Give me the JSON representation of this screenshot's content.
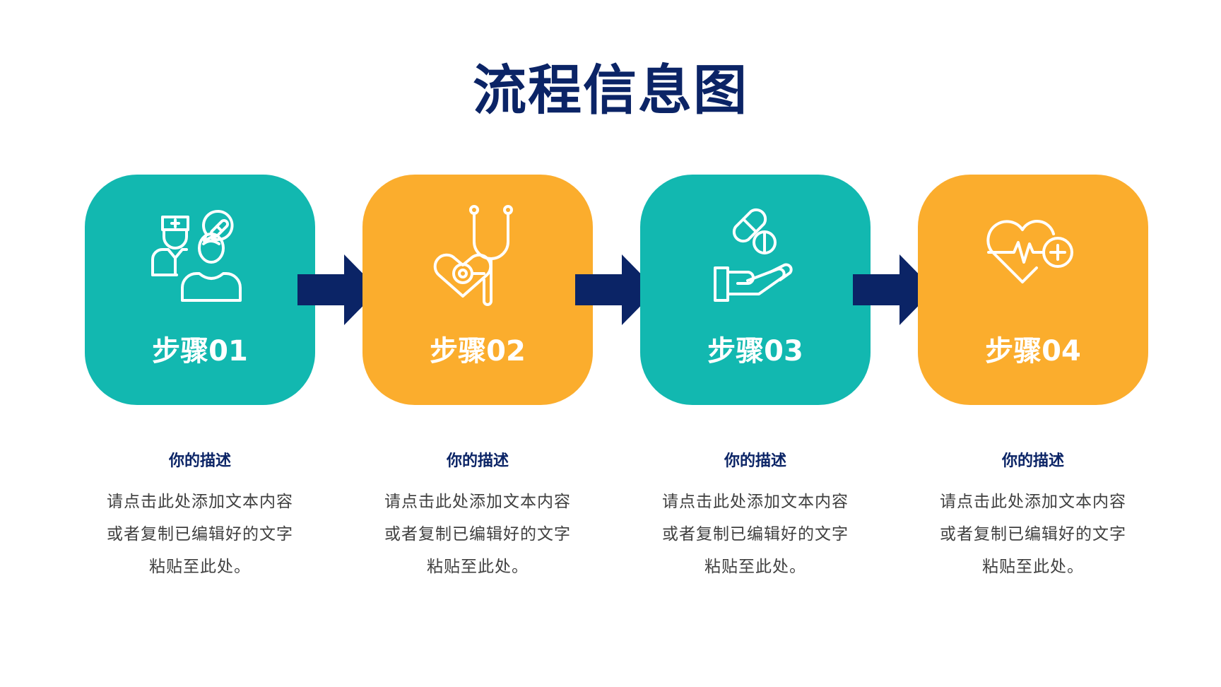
{
  "title": "流程信息图",
  "colors": {
    "teal": "#12b8b0",
    "orange": "#fbad2d",
    "navy": "#0b2466",
    "text": "#404040"
  },
  "steps": [
    {
      "label": "步骤01",
      "color": "teal",
      "icon": "doctor-patient-icon",
      "heading": "你的描述",
      "lines": [
        "请点击此处添加文本内容",
        "或者复制已编辑好的文字",
        "粘贴至此处。"
      ]
    },
    {
      "label": "步骤02",
      "color": "orange",
      "icon": "stethoscope-heart-icon",
      "heading": "你的描述",
      "lines": [
        "请点击此处添加文本内容",
        "或者复制已编辑好的文字",
        "粘贴至此处。"
      ]
    },
    {
      "label": "步骤03",
      "color": "teal",
      "icon": "hand-pills-icon",
      "heading": "你的描述",
      "lines": [
        "请点击此处添加文本内容",
        "或者复制已编辑好的文字",
        "粘贴至此处。"
      ]
    },
    {
      "label": "步骤04",
      "color": "orange",
      "icon": "heart-health-plus-icon",
      "heading": "你的描述",
      "lines": [
        "请点击此处添加文本内容",
        "或者复制已编辑好的文字",
        "粘贴至此处。"
      ]
    }
  ]
}
